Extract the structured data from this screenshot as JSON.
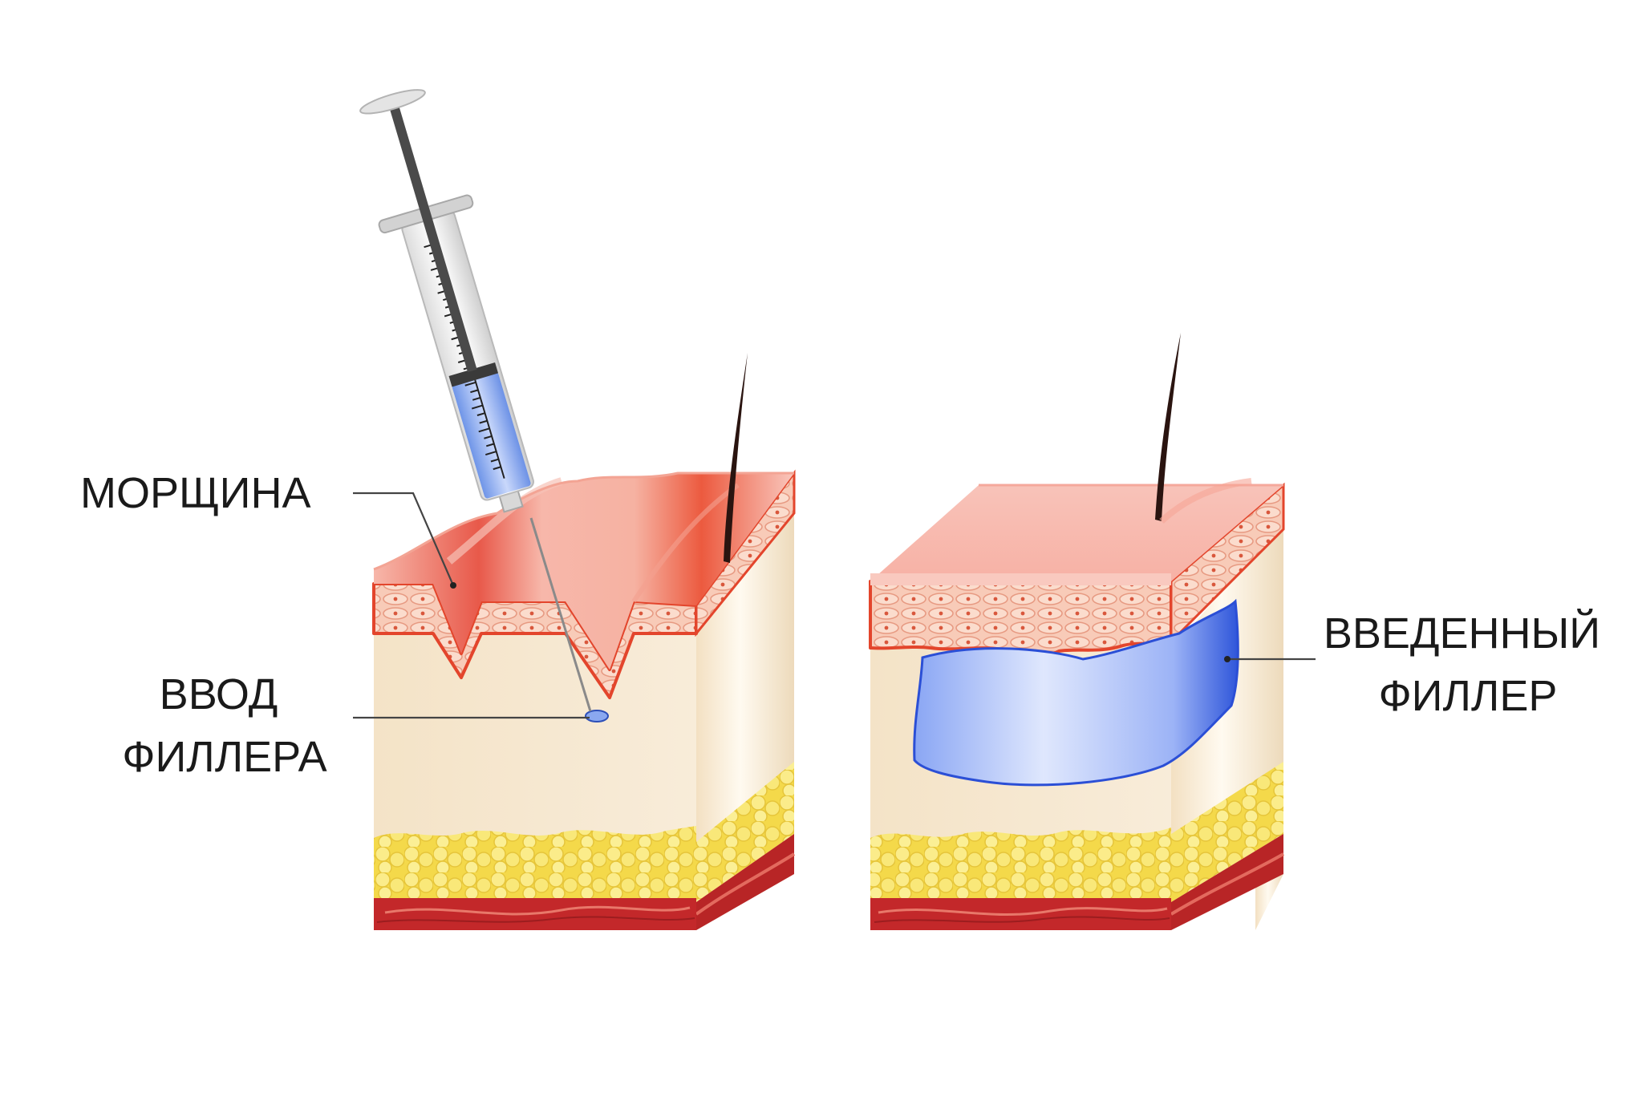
{
  "labels": {
    "wrinkle": "МОРЩИНА",
    "injection": [
      "ВВОД",
      "ФИЛЛЕРА"
    ],
    "injected": [
      "ВВЕДЕННЫЙ",
      "ФИЛЛЕР"
    ]
  },
  "colors": {
    "epidermis_top": "#f6b9ae",
    "epidermis_red": "#ee6a4e",
    "cell_layer": "#f7c4b2",
    "dermis": "#f5e6cd",
    "fat": "#f7e264",
    "muscle": "#c3282a",
    "filler": "#9bb4f6",
    "filler_edge": "#2b4fd6",
    "syringe_liquid": "#8fb0ef"
  },
  "icons": [
    "syringe-icon",
    "hair-icon"
  ]
}
